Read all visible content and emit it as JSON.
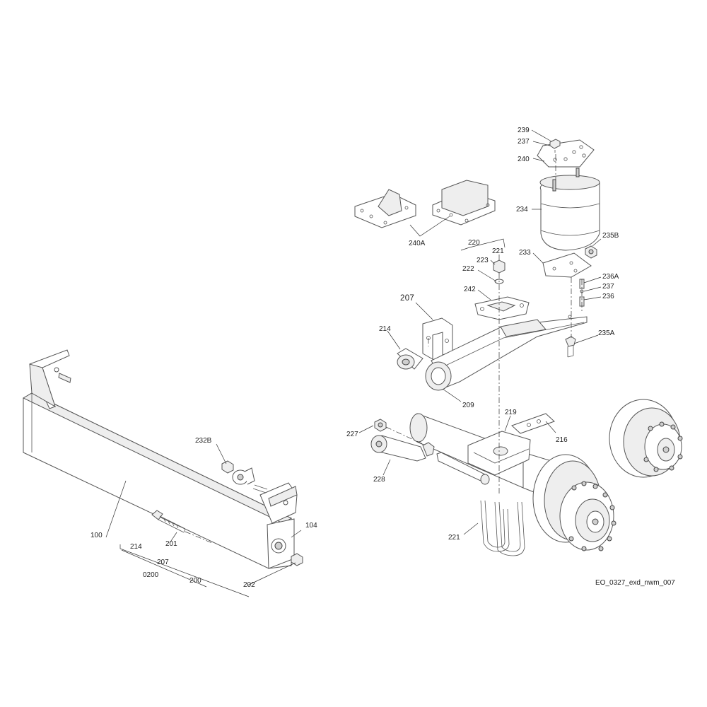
{
  "diagram": {
    "reference_code": "EO_0327_exd_nwm_007",
    "labels": {
      "p100": "100",
      "p104": "104",
      "p200": "200",
      "p201": "201",
      "p202": "202",
      "p207a": "207",
      "p214a": "214",
      "p0200": "0200",
      "p232b": "232B",
      "p239": "239",
      "p237a": "237",
      "p240": "240",
      "p234": "234",
      "p235b": "235B",
      "p233": "233",
      "p236a": "236A",
      "p237b": "237",
      "p236": "236",
      "p235a": "235A",
      "p240a": "240A",
      "p220": "220",
      "p221a": "221",
      "p223": "223",
      "p222": "222",
      "p242": "242",
      "p207b": "207",
      "p214b": "214",
      "p209": "209",
      "p219": "219",
      "p216": "216",
      "p227": "227",
      "p228": "228",
      "p221b": "221"
    }
  }
}
